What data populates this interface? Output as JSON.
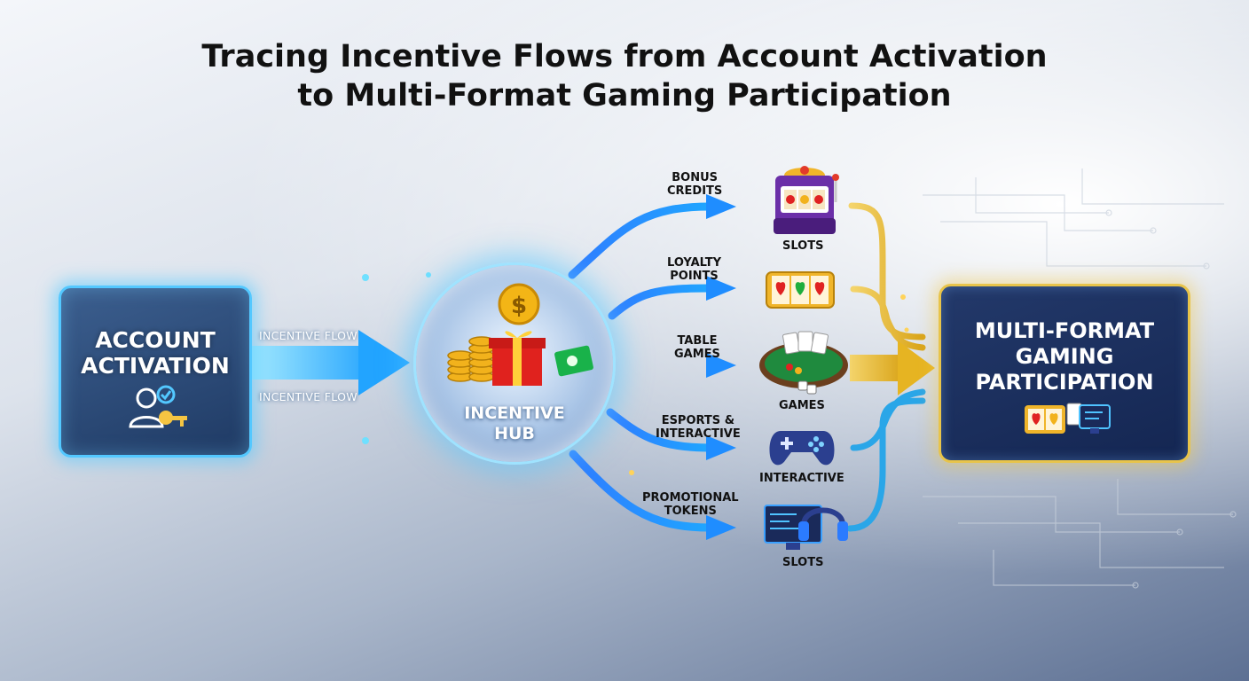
{
  "title": {
    "line1": "Tracing Incentive Flows from Account Activation",
    "line2": "to Multi-Format Gaming Participation"
  },
  "source": {
    "line1": "ACCOUNT",
    "line2": "ACTIVATION",
    "icon": "user-check-key-icon"
  },
  "flow_labels": [
    "INCENTIVE FLOW",
    "INCENTIVE FLOW"
  ],
  "hub": {
    "line1": "INCENTIVE",
    "line2": "HUB",
    "icons": [
      "coin-icon",
      "coin-stack-icon",
      "gift-icon",
      "ticket-icon"
    ]
  },
  "branches": [
    {
      "line1": "BONUS",
      "line2": "CREDITS",
      "game": "SLOTS",
      "icon": "slot-machine-icon"
    },
    {
      "line1": "LOYALTY",
      "line2": "POINTS",
      "game": "",
      "icon": "slot-reels-icon"
    },
    {
      "line1": "TABLE",
      "line2": "GAMES",
      "game": "GAMES",
      "icon": "card-table-icon"
    },
    {
      "line1": "ESPORTS &",
      "line2": "INTERACTIVE",
      "game": "INTERACTIVE",
      "icon": "gamepad-icon"
    },
    {
      "line1": "PROMOTIONAL",
      "line2": "TOKENS",
      "game": "SLOTS",
      "icon": "monitor-headset-icon"
    }
  ],
  "target": {
    "line1": "MULTI-FORMAT",
    "line2": "GAMING",
    "line3": "PARTICIPATION",
    "icon": "cards-and-screen-icon"
  },
  "colors": {
    "source_border": "#53c8ff",
    "flow_blue": "#1e88ff",
    "flow_gold": "#e6b422",
    "target_border": "#e8c44a",
    "box_fill": "#1f3a64"
  }
}
